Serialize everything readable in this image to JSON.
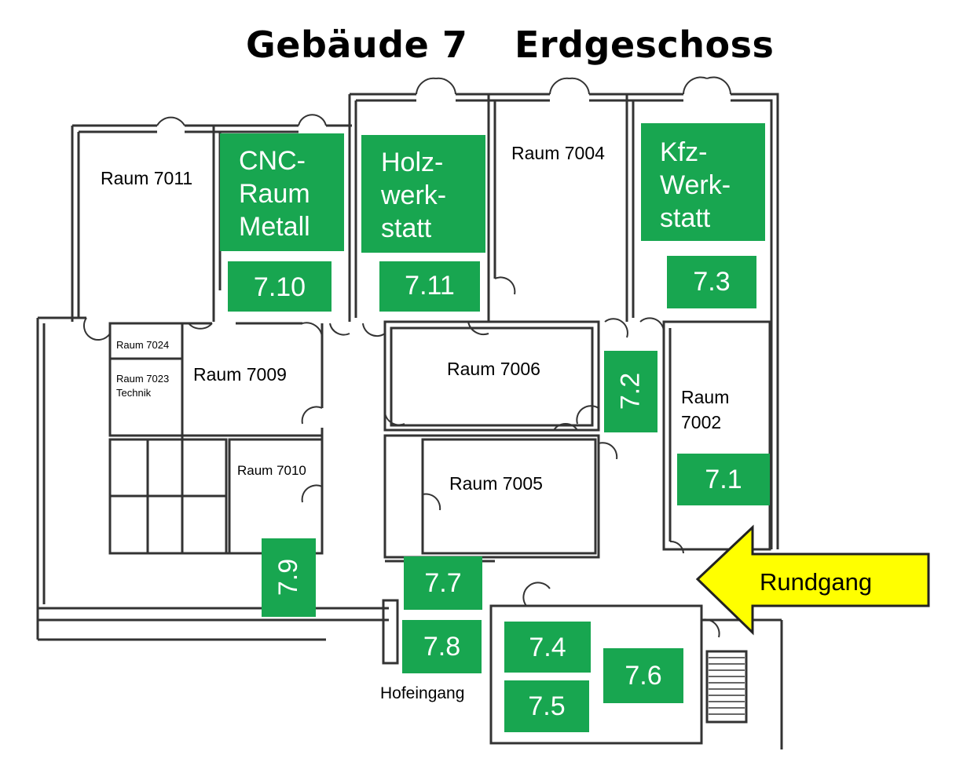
{
  "title": {
    "building": "Gebäude 7",
    "floor": "Erdgeschoss"
  },
  "colors": {
    "badge": "#18a650",
    "arrow": "#ffff00",
    "walls": "#333333"
  },
  "rooms": {
    "r7011": "Raum 7011",
    "r7004": "Raum 7004",
    "r7024": "Raum 7024",
    "r7023": "Raum 7023",
    "r7023_sub": "Technik",
    "r7009": "Raum 7009",
    "r7006": "Raum 7006",
    "r7002": "Raum\n7002",
    "r7010": "Raum 7010",
    "r7005": "Raum 7005",
    "hof": "Hofeingang"
  },
  "workshops": {
    "cnc": "CNC-\nRaum\nMetall",
    "holz": "Holz-\nwerk-\nstatt",
    "kfz": "Kfz-\nWerk-\nstatt"
  },
  "stations": {
    "s7_10": "7.10",
    "s7_11": "7.11",
    "s7_3": "7.3",
    "s7_2": "7.2",
    "s7_1": "7.1",
    "s7_9": "7.9",
    "s7_7": "7.7",
    "s7_8": "7.8",
    "s7_4": "7.4",
    "s7_5": "7.5",
    "s7_6": "7.6"
  },
  "tour": {
    "label": "Rundgang"
  }
}
